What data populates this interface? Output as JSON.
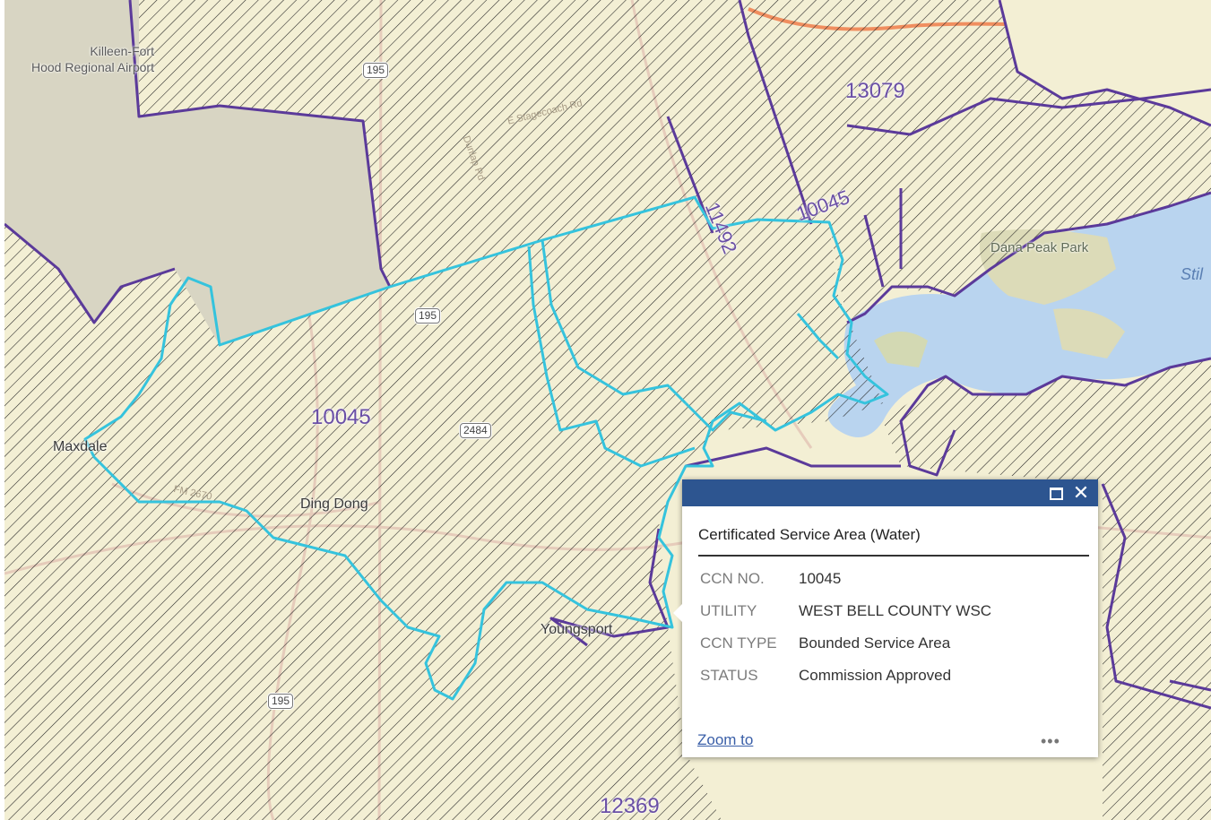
{
  "map": {
    "places": {
      "airport": "Killeen-Fort Hood Regional Airport",
      "maxdale": "Maxdale",
      "ding_dong": "Ding Dong",
      "youngsport": "Youngsport",
      "park": "Dana Peak Park",
      "lake_partial": "Stil"
    },
    "ccn_labels": {
      "a": "10045",
      "b": "13079",
      "c": "10045",
      "d": "11492",
      "e": "12369"
    },
    "shields": [
      "195",
      "195",
      "2484",
      "195"
    ],
    "roads": [
      "FM 2670",
      "E Stagecoach Rd",
      "Dunlap Rd"
    ],
    "colors": {
      "land": "#f3efd4",
      "hatch": "#1f1f1f",
      "airport_zone": "#d8d5c3",
      "water": "#b9d4ef",
      "park": "#dcdbb8",
      "boundary": "#5b3a9a",
      "selected": "#35c3dd",
      "popup_header": "#2d5590"
    }
  },
  "popup": {
    "title": "Certificated Service Area (Water)",
    "maximize_icon": "maximize-icon",
    "close_icon": "close-icon",
    "fields": [
      {
        "key": "CCN NO.",
        "value": "10045"
      },
      {
        "key": "UTILITY",
        "value": "WEST BELL COUNTY WSC"
      },
      {
        "key": "CCN TYPE",
        "value": "Bounded Service Area"
      },
      {
        "key": "STATUS",
        "value": "Commission Approved"
      }
    ],
    "zoom_to": "Zoom to",
    "more": "•••"
  }
}
